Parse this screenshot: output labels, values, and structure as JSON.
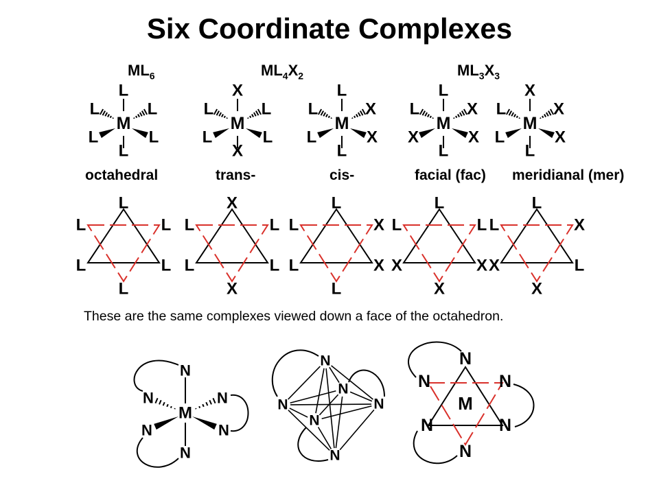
{
  "title": "Six Coordinate Complexes",
  "formulas": [
    {
      "main": "ML",
      "sub1": "6",
      "mid": "",
      "sub2": ""
    },
    {
      "main": "ML",
      "sub1": "4",
      "mid": "X",
      "sub2": "2"
    },
    {
      "main": "ML",
      "sub1": "3",
      "mid": "X",
      "sub2": "3"
    }
  ],
  "captions": [
    "octahedral",
    "trans-",
    "cis-",
    "facial (fac)",
    "meridianal (mer)"
  ],
  "isomers": [
    {
      "name": "octahedral",
      "axial_top": "L",
      "axial_bottom": "L",
      "up_left": "L",
      "up_right": "L",
      "down_left": "L",
      "down_right": "L",
      "tri_top": "L",
      "tri_left": "L",
      "tri_right": "L",
      "tri2_bottom": "L",
      "tri2_left": "L",
      "tri2_right": "L"
    },
    {
      "name": "trans",
      "axial_top": "X",
      "axial_bottom": "X",
      "up_left": "L",
      "up_right": "L",
      "down_left": "L",
      "down_right": "L",
      "tri_top": "X",
      "tri_left": "L",
      "tri_right": "L",
      "tri2_bottom": "X",
      "tri2_left": "L",
      "tri2_right": "L"
    },
    {
      "name": "cis",
      "axial_top": "L",
      "axial_bottom": "L",
      "up_left": "L",
      "up_right": "X",
      "down_left": "L",
      "down_right": "X",
      "tri_top": "L",
      "tri_left": "L",
      "tri_right": "X",
      "tri2_bottom": "L",
      "tri2_left": "L",
      "tri2_right": "X"
    },
    {
      "name": "fac",
      "axial_top": "L",
      "axial_bottom": "L",
      "up_left": "L",
      "up_right": "X",
      "down_left": "X",
      "down_right": "X",
      "tri_top": "L",
      "tri_left": "X",
      "tri_right": "X",
      "tri2_bottom": "X",
      "tri2_left": "L",
      "tri2_right": "L"
    },
    {
      "name": "mer",
      "axial_top": "X",
      "axial_bottom": "L",
      "up_left": "L",
      "up_right": "X",
      "down_left": "L",
      "down_right": "X",
      "tri_top": "L",
      "tri_left": "X",
      "tri_right": "L",
      "tri2_bottom": "X",
      "tri2_left": "L",
      "tri2_right": "X"
    }
  ],
  "center_atom": "M",
  "note": "These are the same complexes viewed down a face of the octahedron.",
  "chelate": {
    "donor": "N",
    "metal": "M"
  },
  "colors": {
    "triangle_red": "#d9302a",
    "line": "#000000"
  }
}
